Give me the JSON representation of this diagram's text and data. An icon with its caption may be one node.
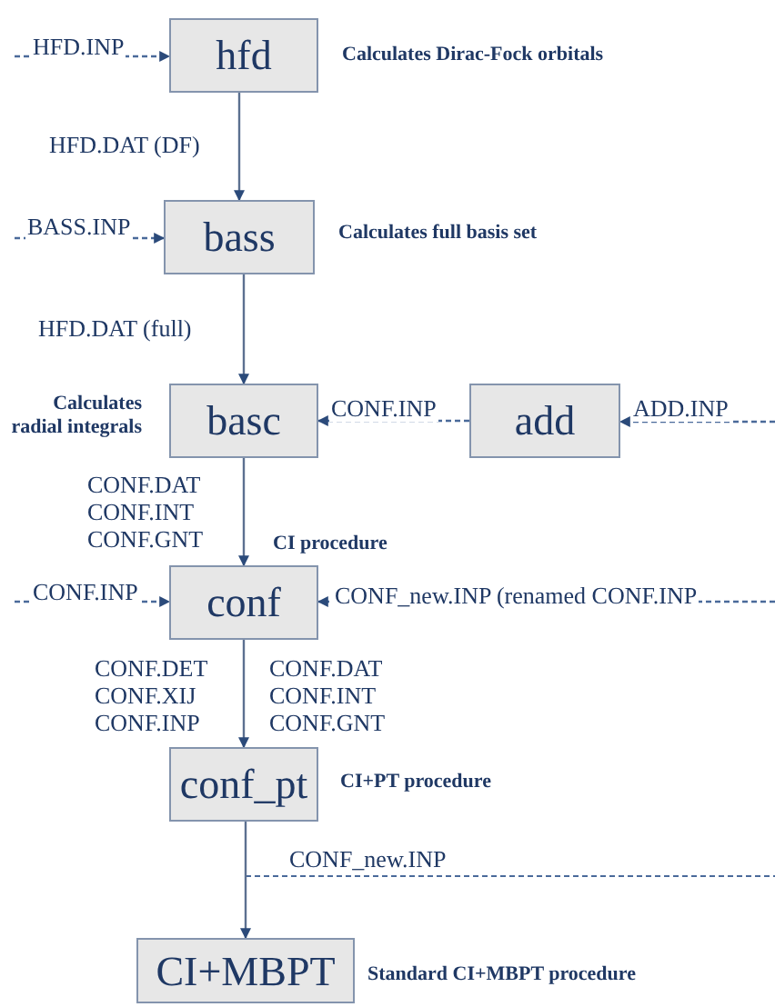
{
  "diagram": {
    "nodes": [
      {
        "text": [
          "hfd"
        ],
        "beside": [
          "Calculates Dirac-Fock orbitals"
        ]
      },
      {
        "text": [
          "bass"
        ],
        "beside": [
          "Calculates full basis set"
        ]
      },
      {
        "text": [
          "basc"
        ],
        "beside": [
          "Calculates radial integrals"
        ]
      },
      {
        "text": [
          "add"
        ]
      },
      {
        "text": [
          "conf"
        ],
        "beside": [
          "CI procedure"
        ]
      },
      {
        "text": [
          "conf_pt"
        ],
        "beside": [
          "CI+PT procedure"
        ]
      },
      {
        "text": [
          "CI+MBPT"
        ],
        "beside": [
          "Standard CI+MBPT procedure"
        ]
      }
    ],
    "edges": [
      {
        "from": null,
        "to": 0,
        "arrow": "to",
        "style": "dashed",
        "label": "HFD.INP"
      },
      {
        "from": 0,
        "to": 1,
        "arrow": "to",
        "label": "HFD.DAT (DF)"
      },
      {
        "from": null,
        "to": 1,
        "arrow": "to",
        "style": "dashed",
        "label": "BASS.INP"
      },
      {
        "from": 1,
        "to": 2,
        "arrow": "to",
        "label": "HFD.DAT (full)"
      },
      {
        "from": 3,
        "to": 2,
        "arrow": "to",
        "style": "dashed",
        "label": "CONF.INP"
      },
      {
        "from": null,
        "to": 3,
        "arrow": "to",
        "style": "dashed",
        "label": "ADD.INP"
      },
      {
        "from": 2,
        "to": 4,
        "arrow": "to",
        "label": "CONF.DAT CONF.INT CONF.GNT"
      },
      {
        "from": null,
        "to": 4,
        "arrow": "to",
        "style": "dashed",
        "label": "CONF.INP"
      },
      {
        "from": null,
        "to": 4,
        "arrow": "to",
        "style": "dashed",
        "label": "CONF_new.INP (renamed CONF.INP"
      },
      {
        "from": 4,
        "to": 5,
        "arrow": "to",
        "label": "CONF.DET CONF.XIJ CONF.INP"
      },
      {
        "from": 5,
        "to": 6,
        "arrow": "to"
      }
    ],
    "labels": [
      "CONF.DAT CONF.INT CONF.GNT",
      "CONF_new.INP"
    ]
  }
}
